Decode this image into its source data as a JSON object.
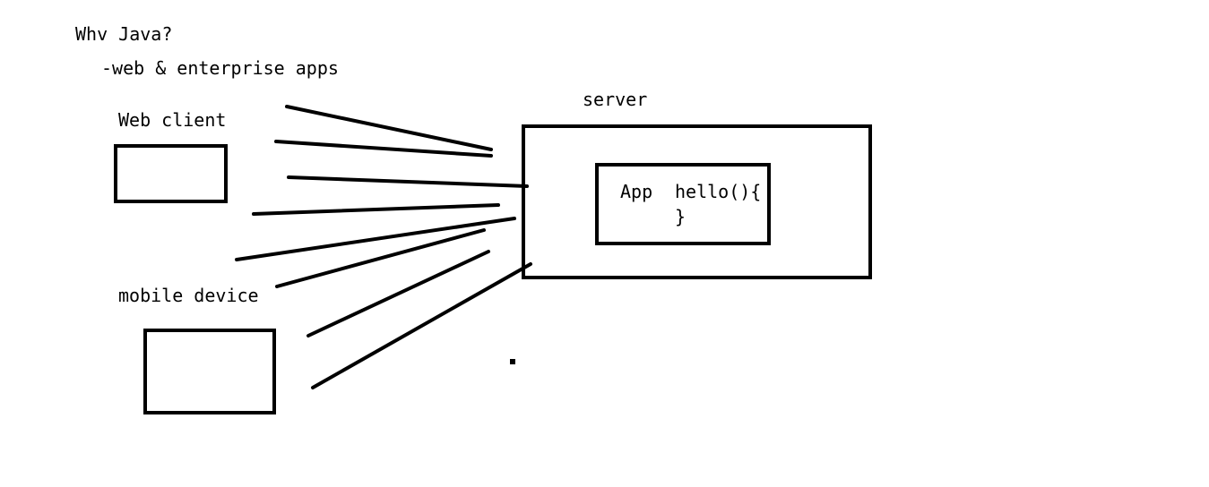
{
  "heading": {
    "title": "Whv Java?",
    "bullet": "-web & enterprise apps"
  },
  "clients": {
    "web_client_label": "Web client",
    "mobile_device_label": "mobile device"
  },
  "server": {
    "label": "server",
    "app": {
      "label": "App",
      "code_line_1": "hello(){",
      "code_line_2": "}"
    }
  },
  "colors": {
    "ink": "#000000",
    "background": "#ffffff"
  }
}
